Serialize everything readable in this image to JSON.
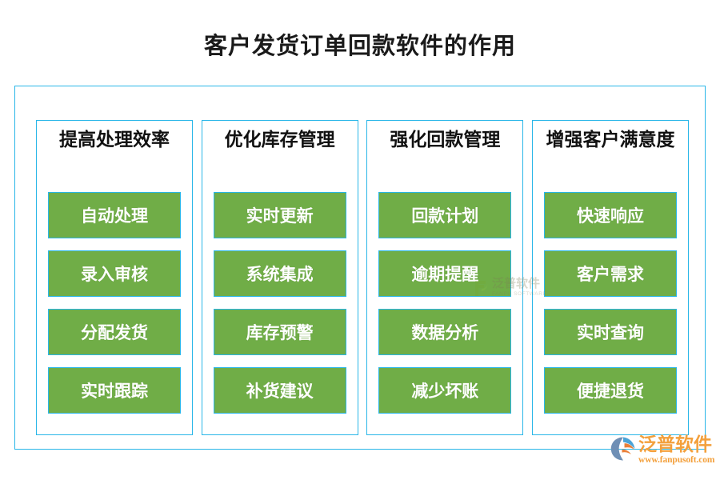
{
  "title": "客户发货订单回款软件的作用",
  "colors": {
    "frame_border": "#29b6e8",
    "item_fill": "#70ad47",
    "item_border": "#29b6e8",
    "item_text": "#ffffff",
    "title_text": "#1a1a1a",
    "logo_text": "#f3a03c",
    "background": "#ffffff"
  },
  "columns": [
    {
      "header": "提高处理效率",
      "items": [
        {
          "label": "自动处理"
        },
        {
          "label": "录入审核"
        },
        {
          "label": "分配发货"
        },
        {
          "label": "实时跟踪"
        }
      ]
    },
    {
      "header": "优化库存管理",
      "items": [
        {
          "label": "实时更新"
        },
        {
          "label": "系统集成"
        },
        {
          "label": "库存预警"
        },
        {
          "label": "补货建议"
        }
      ]
    },
    {
      "header": "强化回款管理",
      "items": [
        {
          "label": "回款计划"
        },
        {
          "label": "逾期提醒"
        },
        {
          "label": "数据分析"
        },
        {
          "label": "减少坏账"
        }
      ]
    },
    {
      "header": "增强客户满意度",
      "items": [
        {
          "label": "快速响应"
        },
        {
          "label": "客户需求"
        },
        {
          "label": "实时查询"
        },
        {
          "label": "便捷退货"
        }
      ]
    }
  ],
  "watermark": {
    "name_cn": "泛普软件",
    "name_en": "FANPU SOFTWARE"
  },
  "logo": {
    "name_cn": "泛普软件",
    "url": "www.fanpusoft.com"
  }
}
